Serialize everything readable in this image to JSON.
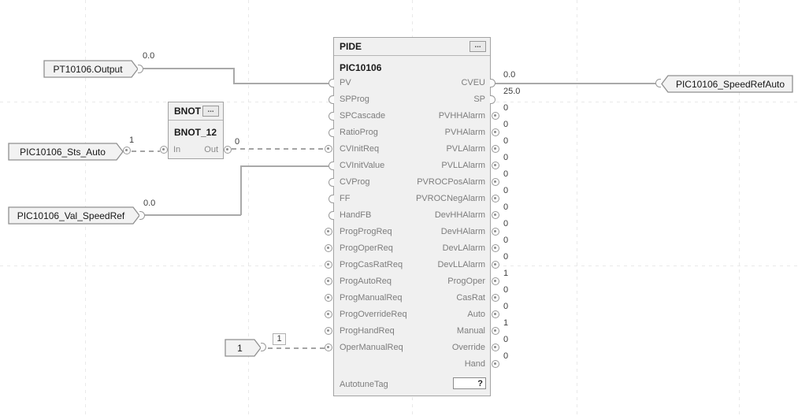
{
  "colors": {
    "block_fill": "#f0f0f0",
    "block_border": "#a3a3a3",
    "wire": "#a9a9a9",
    "pin_label_text": "#7d7d7d",
    "value_text": "#3d3d3d"
  },
  "pide": {
    "header": "PIDE",
    "properties_button": "...",
    "instance_name": "PIC10106",
    "rows": [
      {
        "in": "PV",
        "out": "CVEU",
        "out_value": "0.0"
      },
      {
        "in": "SPProg",
        "out": "SP",
        "out_value": "25.0"
      },
      {
        "in": "SPCascade",
        "out": "PVHHAlarm",
        "out_value": "0"
      },
      {
        "in": "RatioProg",
        "out": "PVHAlarm",
        "out_value": "0"
      },
      {
        "in": "CVInitReq",
        "out": "PVLAlarm",
        "out_value": "0"
      },
      {
        "in": "CVInitValue",
        "out": "PVLLAlarm",
        "out_value": "0"
      },
      {
        "in": "CVProg",
        "out": "PVROCPosAlarm",
        "out_value": "0"
      },
      {
        "in": "FF",
        "out": "PVROCNegAlarm",
        "out_value": "0"
      },
      {
        "in": "HandFB",
        "out": "DevHHAlarm",
        "out_value": "0"
      },
      {
        "in": "ProgProgReq",
        "out": "DevHAlarm",
        "out_value": "0"
      },
      {
        "in": "ProgOperReq",
        "out": "DevLAlarm",
        "out_value": "0"
      },
      {
        "in": "ProgCasRatReq",
        "out": "DevLLAlarm",
        "out_value": "0"
      },
      {
        "in": "ProgAutoReq",
        "out": "ProgOper",
        "out_value": "1"
      },
      {
        "in": "ProgManualReq",
        "out": "CasRat",
        "out_value": "0"
      },
      {
        "in": "ProgOverrideReq",
        "out": "Auto",
        "out_value": "0"
      },
      {
        "in": "ProgHandReq",
        "out": "Manual",
        "out_value": "1"
      },
      {
        "in": "OperManualReq",
        "out": "Override",
        "out_value": "0"
      },
      {
        "in": null,
        "out": "Hand",
        "out_value": "0"
      }
    ],
    "autotune": {
      "label": "AutotuneTag",
      "value": "?"
    }
  },
  "bnot": {
    "header": "BNOT",
    "properties_button": "...",
    "instance_name": "BNOT_12",
    "in_label": "In",
    "out_label": "Out",
    "out_value": "0"
  },
  "references": {
    "pt_output": {
      "label": "PT10106.Output",
      "value": "0.0"
    },
    "sts_auto": {
      "label": "PIC10106_Sts_Auto",
      "value": "1"
    },
    "val_speedref": {
      "label": "PIC10106_Val_SpeedRef",
      "value": "0.0"
    },
    "constant_one": {
      "label": "1",
      "value": "1"
    },
    "speedref_auto": {
      "label": "PIC10106_SpeedRefAuto"
    }
  }
}
